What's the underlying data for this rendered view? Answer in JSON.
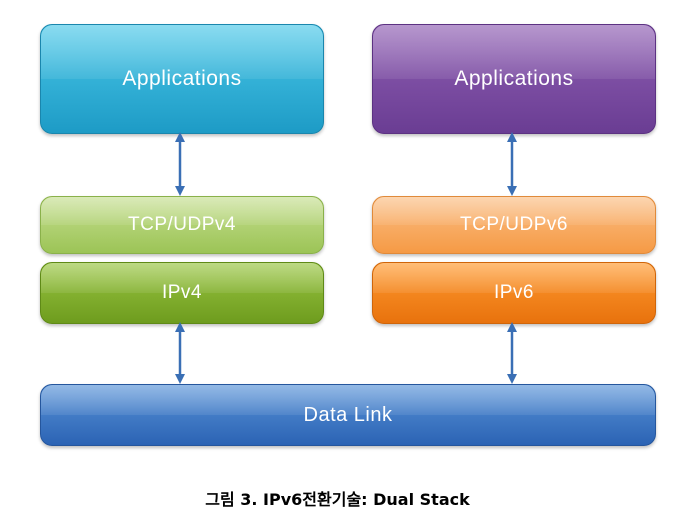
{
  "diagram": {
    "left_stack": {
      "applications": "Applications",
      "transport": "TCP/UDPv4",
      "network": "IPv4"
    },
    "right_stack": {
      "applications": "Applications",
      "transport": "TCP/UDPv6",
      "network": "IPv6"
    },
    "data_link": "Data Link",
    "colors": {
      "left_applications": "#2eb3da",
      "right_applications": "#7b4ea3",
      "left_transport": "#b5d57a",
      "right_transport": "#f8ad64",
      "left_network": "#86b231",
      "right_network": "#f5841f",
      "data_link": "#3a78c8",
      "arrow": "#3a6fb5"
    }
  },
  "caption": "그림  3. IPv6전환기술: Dual Stack"
}
